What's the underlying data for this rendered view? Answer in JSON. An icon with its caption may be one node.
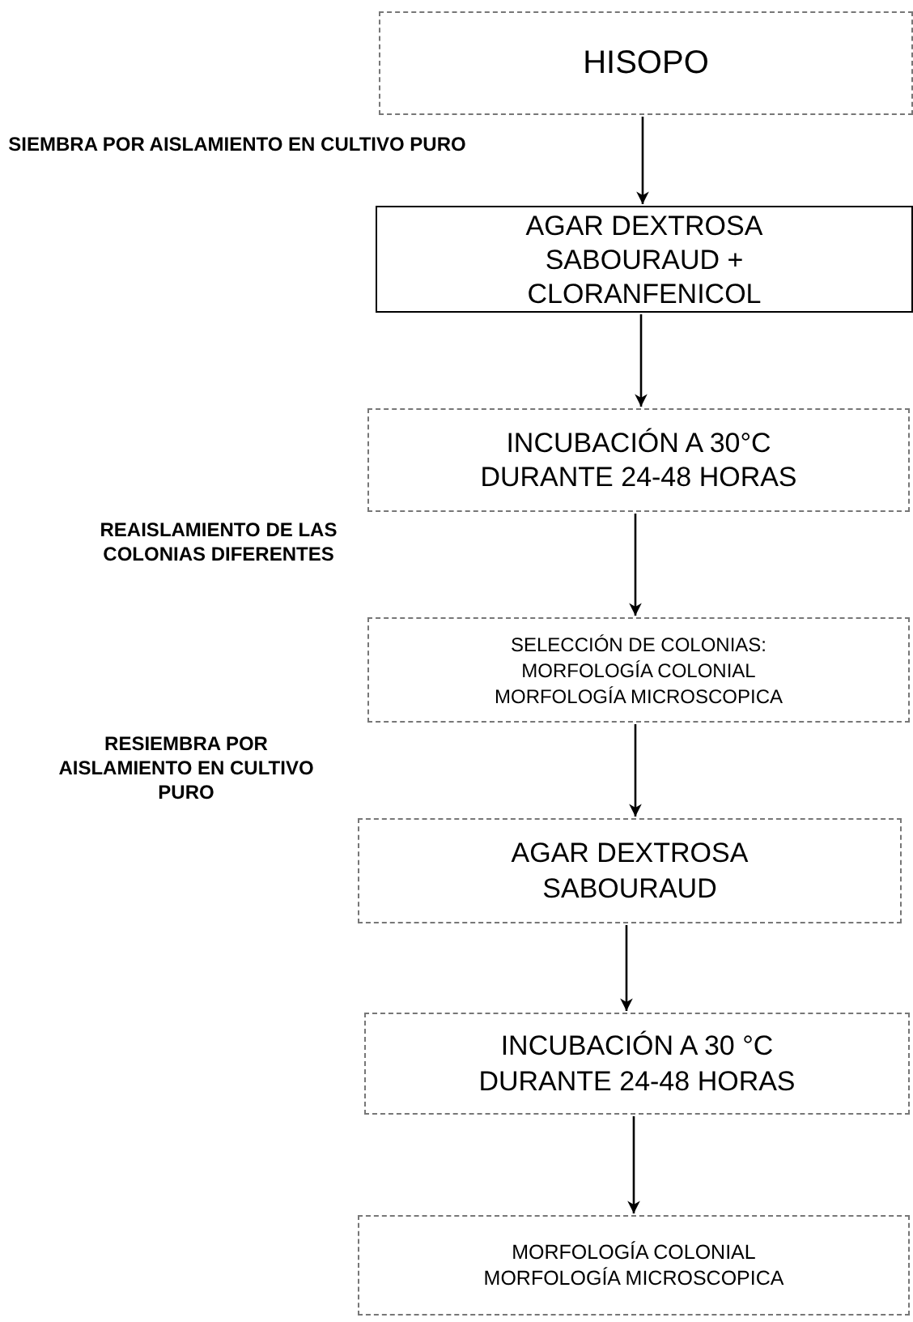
{
  "diagram": {
    "nodes": [
      {
        "text": [
          "HISOPO"
        ]
      },
      {
        "text": [
          "AGAR DEXTROSA SABOURAUD + CLORANFENICOL"
        ]
      },
      {
        "text": [
          "INCUBACIÓN A 30°C DURANTE 24-48 HORAS"
        ]
      },
      {
        "text": [
          "SELECCIÓN DE COLONIAS: MORFOLOGÍA COLONIAL MORFOLOGÍA MICROSCOPICA"
        ]
      },
      {
        "text": [
          "AGAR DEXTROSA SABOURAUD"
        ]
      },
      {
        "text": [
          "INCUBACIÓN A 30 °C DURANTE 24-48 HORAS"
        ]
      },
      {
        "text": [
          "MORFOLOGÍA COLONIAL MORFOLOGÍA MICROSCOPICA"
        ]
      }
    ],
    "edges": [
      {
        "from": 0,
        "to": 1,
        "arrow": "to"
      },
      {
        "from": 1,
        "to": 2,
        "arrow": "to"
      },
      {
        "from": 2,
        "to": 3,
        "arrow": "to"
      },
      {
        "from": 3,
        "to": 4,
        "arrow": "to"
      },
      {
        "from": 4,
        "to": 5,
        "arrow": "to"
      },
      {
        "from": 5,
        "to": 6,
        "arrow": "to"
      }
    ],
    "labels": [
      "SIEMBRA POR AISLAMIENTO EN CULTIVO PURO",
      "REAISLAMIENTO DE LAS COLONIAS DIFERENTES",
      "RESIEMBRA POR AISLAMIENTO EN CULTIVO PURO"
    ]
  }
}
